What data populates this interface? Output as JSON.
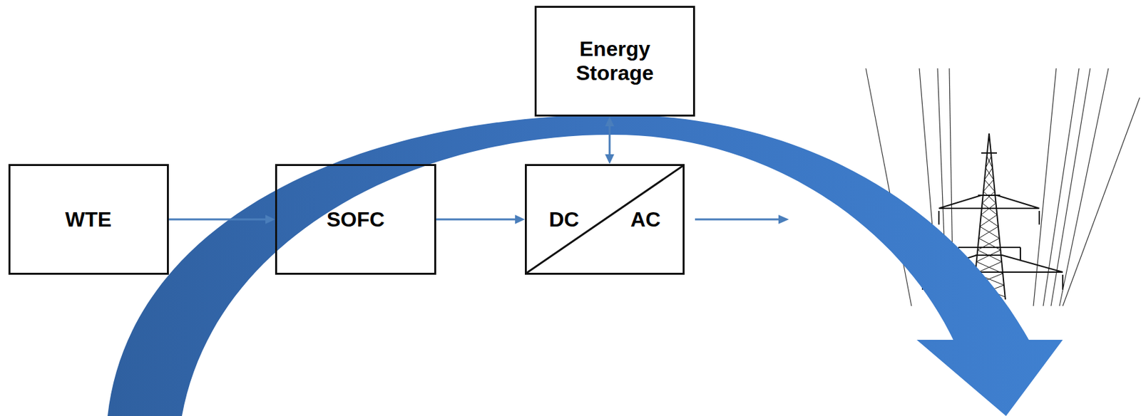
{
  "diagram": {
    "nodes": [
      {
        "text": [
          "WTE"
        ]
      },
      {
        "text": [
          "SOFC"
        ]
      },
      {
        "text": [
          "DC",
          "AC"
        ]
      },
      {
        "text": [
          "Energy Storage"
        ]
      }
    ],
    "edges": [
      {
        "from": 0,
        "to": 1,
        "arrow": "to"
      },
      {
        "from": 1,
        "to": 2,
        "arrow": "to"
      },
      {
        "from": 3,
        "to": 2,
        "arrow": "both"
      }
    ]
  }
}
